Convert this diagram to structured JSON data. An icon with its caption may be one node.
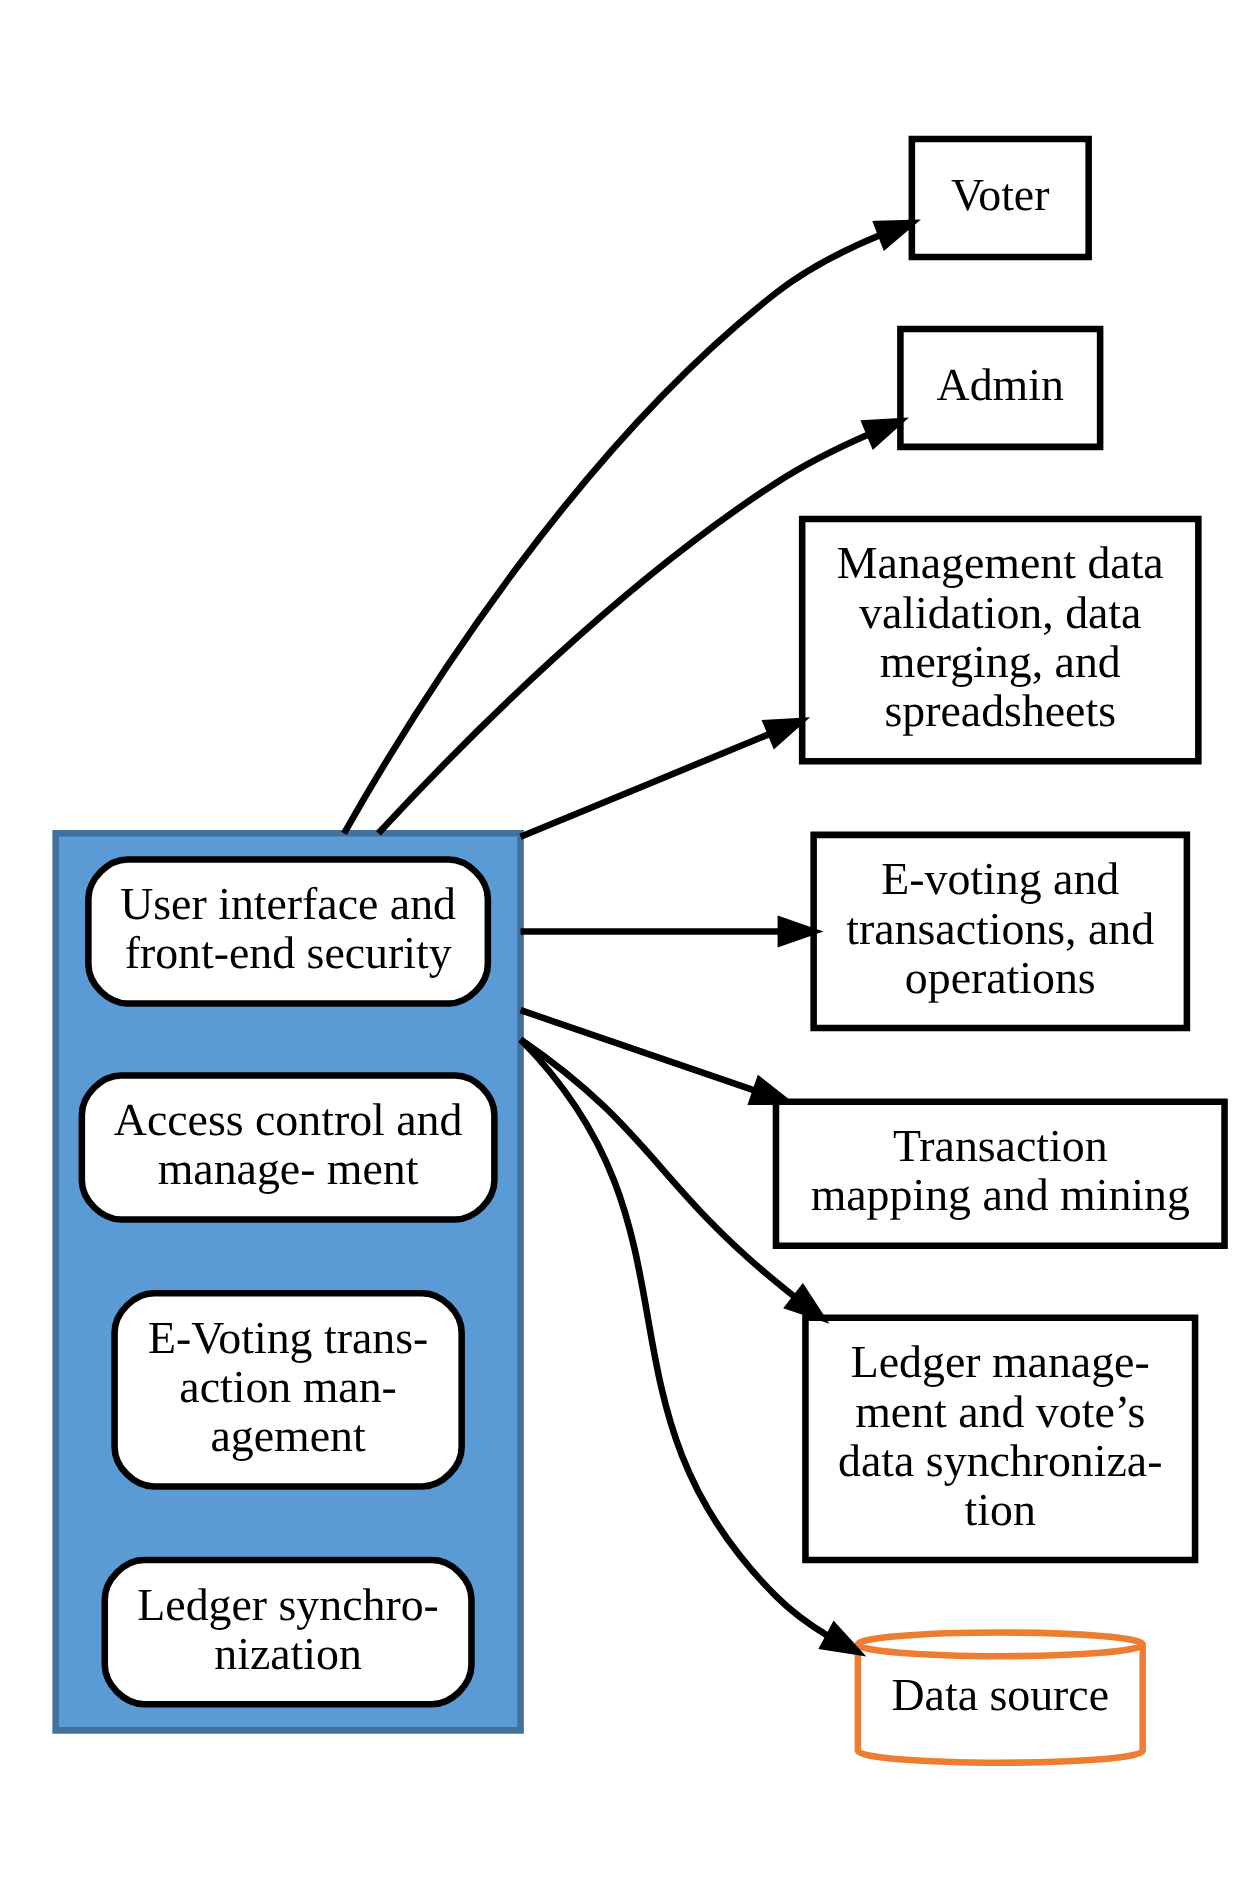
{
  "diagram": {
    "nodes": [
      {
        "text": [
          "Voter"
        ]
      },
      {
        "text": [
          "Admin"
        ]
      },
      {
        "text": [],
        "shape": "box"
      },
      {
        "text": [
          "User interface and front-end security"
        ],
        "in": 2
      },
      {
        "text": [
          "Access control and manage- ment"
        ],
        "in": 2
      },
      {
        "text": [
          "E-Voting trans- action man- agement"
        ],
        "in": 2
      },
      {
        "text": [
          "Ledger synchro- nization"
        ],
        "in": 2
      },
      {
        "text": [
          "Management data validation, data merging, and spreadsheets"
        ]
      },
      {
        "text": [
          "E-voting and transactions, and operations"
        ]
      },
      {
        "text": [
          "Transaction mapping and mining"
        ]
      },
      {
        "text": [
          "Ledger manage- ment and vote’s data synchroniza- tion"
        ]
      },
      {
        "text": [
          "Data source"
        ]
      }
    ],
    "edges": [
      {
        "from": 2,
        "to": 0,
        "arrow": "to"
      },
      {
        "from": 2,
        "to": 1,
        "arrow": "to"
      },
      {
        "from": 2,
        "to": 7,
        "arrow": "to"
      },
      {
        "from": 2,
        "to": 8,
        "arrow": "to"
      },
      {
        "from": 2,
        "to": 9,
        "arrow": "to"
      },
      {
        "from": 2,
        "to": 10,
        "arrow": "to"
      },
      {
        "from": 2,
        "to": 11,
        "arrow": "to"
      }
    ]
  }
}
